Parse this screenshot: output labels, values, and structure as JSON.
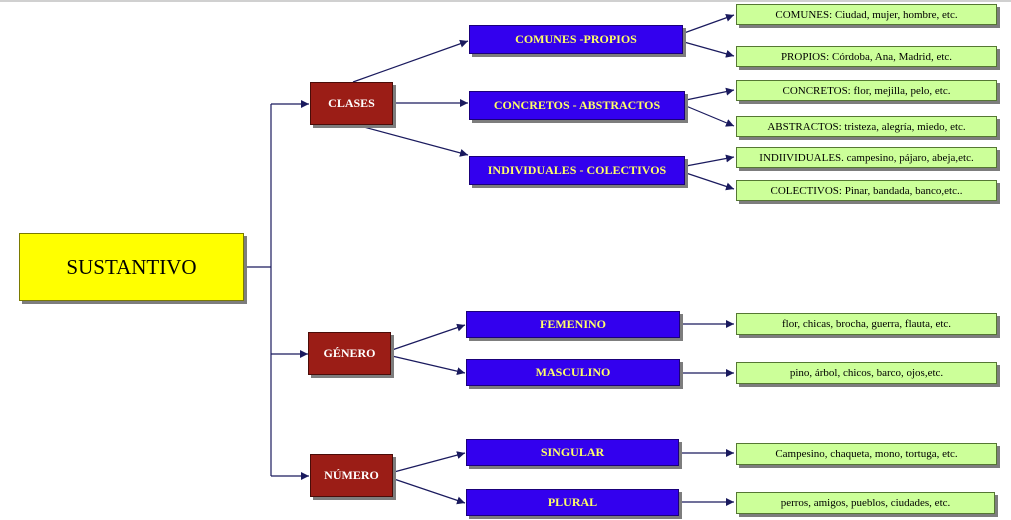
{
  "root": {
    "label": "SUSTANTIVO"
  },
  "clases": {
    "label": "CLASES",
    "comunes_propios": {
      "label": "COMUNES -PROPIOS",
      "comunes": "COMUNES: Ciudad, mujer, hombre, etc.",
      "propios": "PROPIOS: Córdoba, Ana, Madrid, etc."
    },
    "concretos_abstractos": {
      "label": "CONCRETOS - ABSTRACTOS",
      "concretos": "CONCRETOS: flor, mejilla, pelo, etc.",
      "abstractos": "ABSTRACTOS: tristeza, alegría, miedo, etc."
    },
    "individuales_colectivos": {
      "label": "INDIVIDUALES - COLECTIVOS",
      "individuales": "INDIIVIDUALES. campesino, pájaro,  abeja,etc.",
      "colectivos": "COLECTIVOS: Pinar, bandada, banco,etc.."
    }
  },
  "genero": {
    "label": "GÉNERO",
    "femenino": {
      "label": "FEMENINO",
      "examples": "flor, chicas, brocha, guerra, flauta, etc."
    },
    "masculino": {
      "label": "MASCULINO",
      "examples": "pino, árbol, chicos, barco, ojos,etc."
    }
  },
  "numero": {
    "label": "NÚMERO",
    "singular": {
      "label": "SINGULAR",
      "examples": "Campesino, chaqueta, mono, tortuga, etc."
    },
    "plural": {
      "label": "PLURAL",
      "examples": "perros, amigos, pueblos, ciudades, etc."
    }
  },
  "colors": {
    "root_fill": "#ffff00",
    "category_fill": "#9b1d16",
    "subcategory_fill": "#3300ee",
    "subcategory_text": "#ffff66",
    "example_fill": "#ccff99",
    "connector": "#1a1a5e"
  }
}
